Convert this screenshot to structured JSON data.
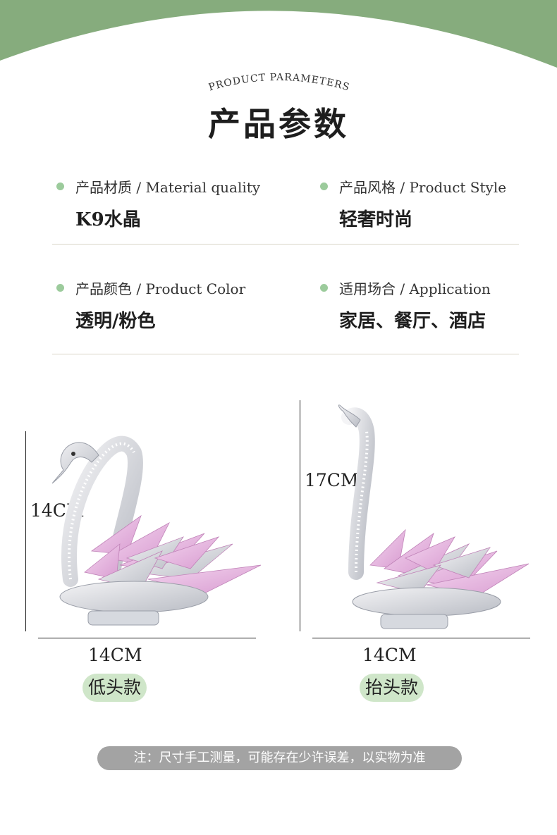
{
  "header": {
    "subtitle": "PRODUCT PARAMETERS",
    "title": "产品参数",
    "arc_color": "#86ac7d"
  },
  "params": [
    {
      "label": "产品材质 / Material quality",
      "value": "K9水晶"
    },
    {
      "label": "产品风格 / Product Style",
      "value": "轻奢时尚"
    },
    {
      "label": "产品颜色 / Product Color",
      "value": "透明/粉色"
    },
    {
      "label": "适用场合 / Application",
      "value": "家居、餐厅、酒店"
    }
  ],
  "products": [
    {
      "name": "低头款",
      "height": "14CM",
      "width": "14CM"
    },
    {
      "name": "抬头款",
      "height": "17CM",
      "width": "14CM"
    }
  ],
  "note": "注：尺寸手工测量，可能存在少许误差，以实物为准",
  "colors": {
    "accent_dot": "#9ccb9c",
    "badge_bg": "#cfe6c9",
    "note_bg": "#a3a3a3",
    "crystal_pink": "#e7b6e1"
  }
}
